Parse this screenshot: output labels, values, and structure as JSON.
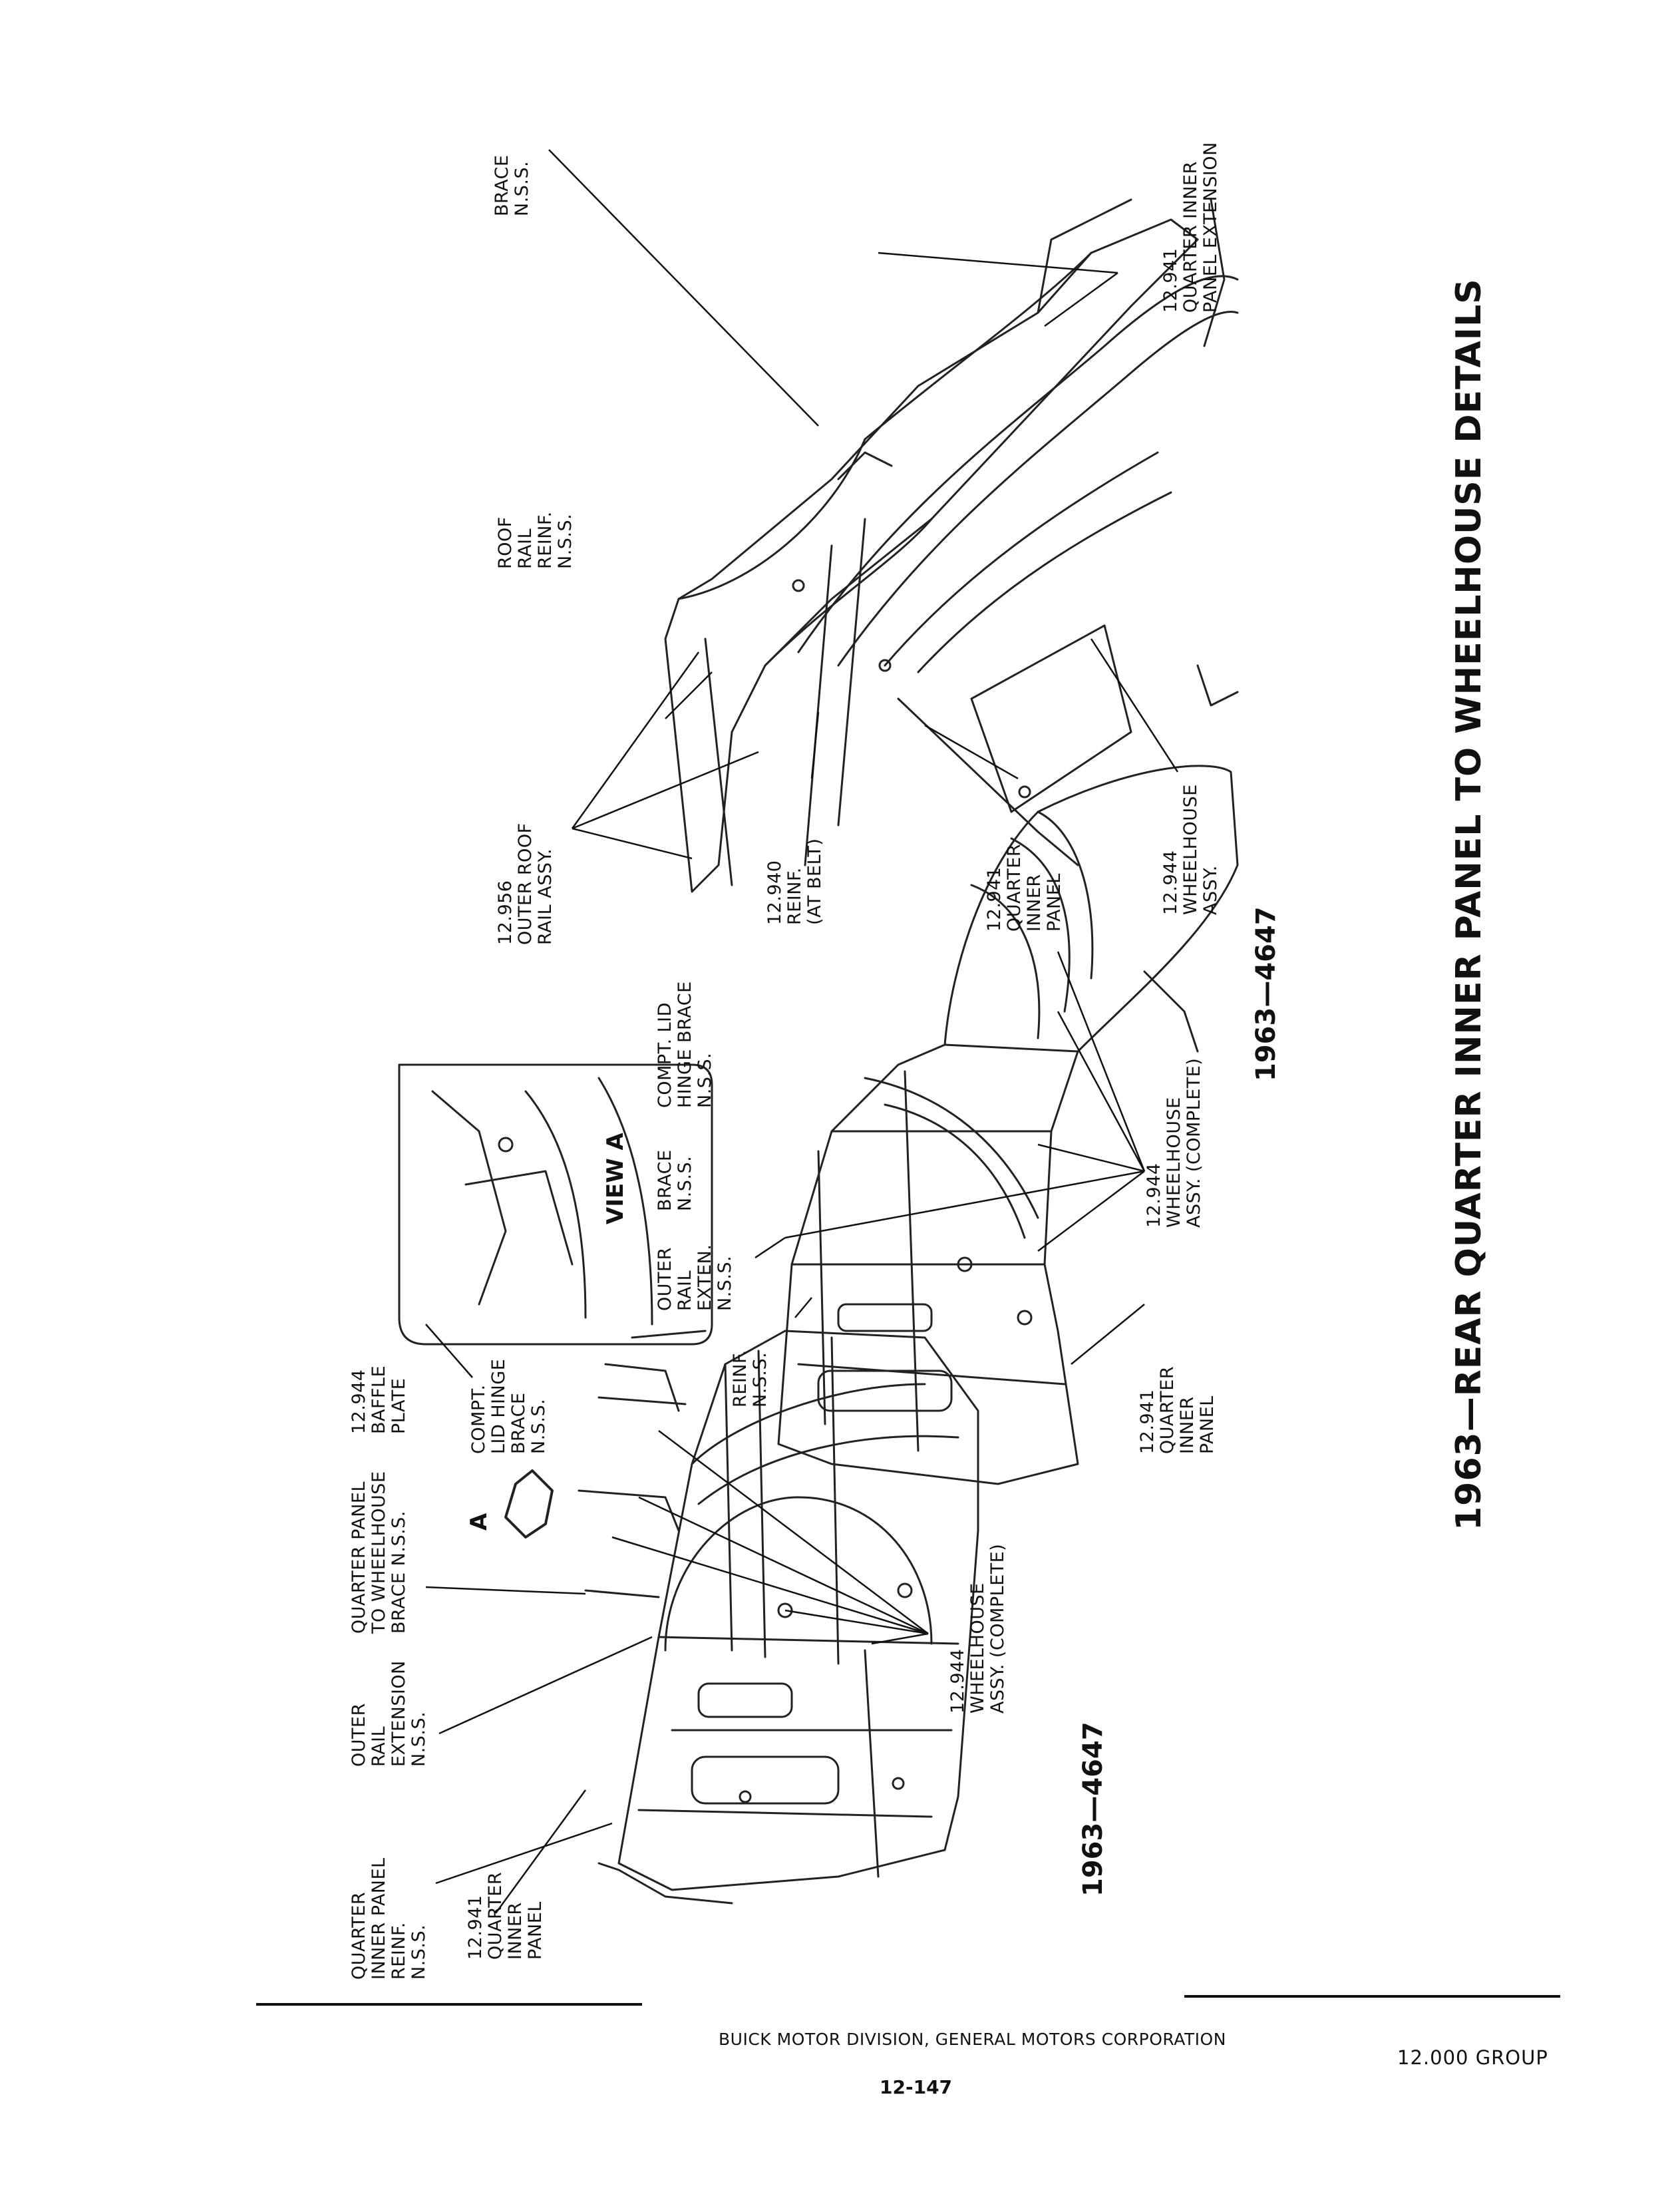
{
  "title": "1963—REAR QUARTER INNER PANEL TO WHEELHOUSE DETAILS",
  "figure_numbers": {
    "left": "1963—4647",
    "right": "1963—4647"
  },
  "view_label": "VIEW A",
  "view_marker": "A",
  "callouts": {
    "quarter_inner_panel_reinf": [
      "QUARTER",
      "INNER PANEL",
      "REINF.",
      "N.S.S."
    ],
    "quarter_inner_panel_left": [
      "12.941",
      "QUARTER",
      "INNER",
      "PANEL"
    ],
    "outer_rail_extension": [
      "OUTER",
      "RAIL",
      "EXTENSION",
      "N.S.S."
    ],
    "quarter_panel_wheelhouse_brace": [
      "QUARTER PANEL",
      "TO WHEELHOUSE",
      "BRACE N.S.S."
    ],
    "compt_lid_hinge_brace_left": [
      "COMPT.",
      "LID HINGE",
      "BRACE",
      "N.S.S."
    ],
    "baffle_plate": [
      "12.944",
      "BAFFLE",
      "PLATE"
    ],
    "wheelhouse_complete_left": [
      "12.944",
      "WHEELHOUSE",
      "ASSY. (COMPLETE)"
    ],
    "reinf_nss": [
      "REINF.",
      "N.S.S."
    ],
    "outer_rail_exten": [
      "OUTER",
      "RAIL",
      "EXTEN.",
      "N.S.S."
    ],
    "brace_nss_mid": [
      "BRACE",
      "N.S.S."
    ],
    "compt_lid_hinge_brace_right": [
      "COMPT. LID",
      "HINGE BRACE",
      "N.S.S."
    ],
    "quarter_inner_panel_mid": [
      "12.941",
      "QUARTER",
      "INNER",
      "PANEL"
    ],
    "wheelhouse_complete_right": [
      "12.944",
      "WHEELHOUSE",
      "ASSY. (COMPLETE)"
    ],
    "outer_roof_rail": [
      "12.956",
      "OUTER ROOF",
      "RAIL ASSY."
    ],
    "reinf_at_belt": [
      "12.940",
      "REINF.",
      "(AT BELT)"
    ],
    "quarter_inner_panel_right": [
      "12.941",
      "QUARTER",
      "INNER",
      "PANEL"
    ],
    "wheelhouse_assy": [
      "12.944",
      "WHEELHOUSE",
      "ASSY."
    ],
    "roof_rail_reinf": [
      "ROOF",
      "RAIL",
      "REINF.",
      "N.S.S."
    ],
    "brace_nss_top": [
      "BRACE",
      "N.S.S."
    ],
    "quarter_inner_panel_extension": [
      "12.941",
      "QUARTER INNER",
      "PANEL EXTENSION"
    ]
  },
  "footer": {
    "company": "BUICK MOTOR DIVISION, GENERAL MOTORS CORPORATION",
    "page": "12-147",
    "group": "12.000 GROUP"
  }
}
